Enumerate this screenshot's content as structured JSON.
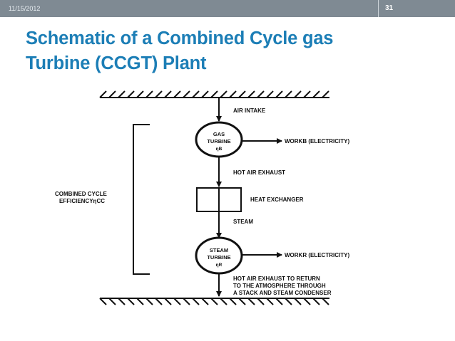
{
  "header": {
    "date": "11/15/2012",
    "page_number": "31"
  },
  "title": {
    "line1": "Schematic of a Combined Cycle gas",
    "line2": "Turbine (CCGT) Plant"
  },
  "diagram": {
    "air_intake": "AIR INTAKE",
    "gas_turbine_line1": "GAS",
    "gas_turbine_line2": "TURBINE",
    "gas_turbine_eff": "ηB",
    "work_gas": "WORKB (ELECTRICITY)",
    "hot_air_exhaust": "HOT AIR EXHAUST",
    "heat_exchanger": "HEAT EXCHANGER",
    "steam": "STEAM",
    "steam_turbine_line1": "STEAM",
    "steam_turbine_line2": "TURBINE",
    "steam_turbine_eff": "ηR",
    "work_steam": "WORKR (ELECTRICITY)",
    "exhaust_return_line1": "HOT AIR EXHAUST TO RETURN",
    "exhaust_return_line2": "TO THE ATMOSPHERE THROUGH",
    "exhaust_return_line3": "A STACK AND STEAM CONDENSER",
    "combined_line1": "COMBINED CYCLE",
    "combined_line2": "EFFICIENCYηCC"
  }
}
